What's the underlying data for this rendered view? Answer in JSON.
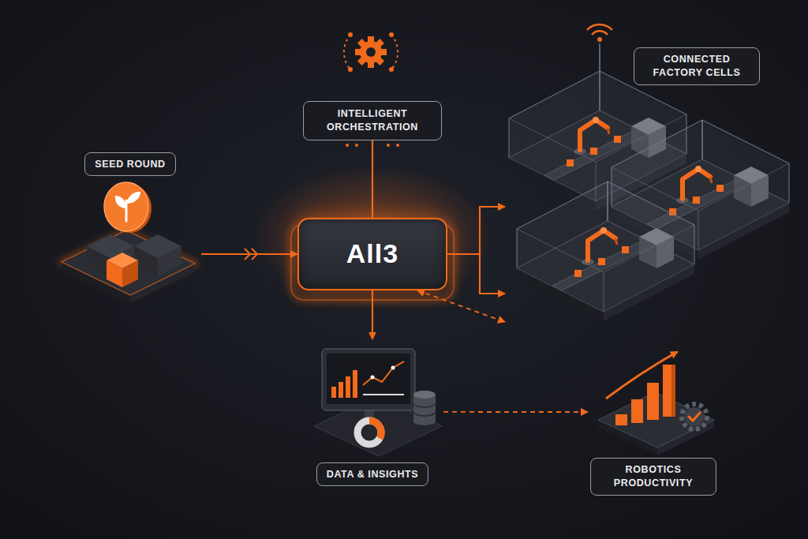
{
  "diagram": {
    "nodes": [
      {
        "text": [
          "SEED ROUND"
        ]
      },
      {
        "text": [
          "INTELLIGENT ORCHESTRATION"
        ]
      },
      {
        "text": [
          "All3"
        ]
      },
      {
        "text": [
          "CONNECTED FACTORY CELLS"
        ]
      },
      {
        "text": [
          "DATA & INSIGHTS"
        ]
      },
      {
        "text": [
          "ROBOTICS PRODUCTIVITY"
        ]
      }
    ],
    "edges": [
      {
        "from": 0,
        "to": 2,
        "arrow": "to"
      },
      {
        "from": 1,
        "to": 2,
        "arrow": "none"
      },
      {
        "from": 2,
        "to": 3,
        "arrow": "to"
      },
      {
        "from": 2,
        "to": 3,
        "arrow": "both"
      },
      {
        "from": 2,
        "to": 4,
        "arrow": "to"
      },
      {
        "from": 4,
        "to": 5,
        "arrow": "to"
      }
    ]
  }
}
